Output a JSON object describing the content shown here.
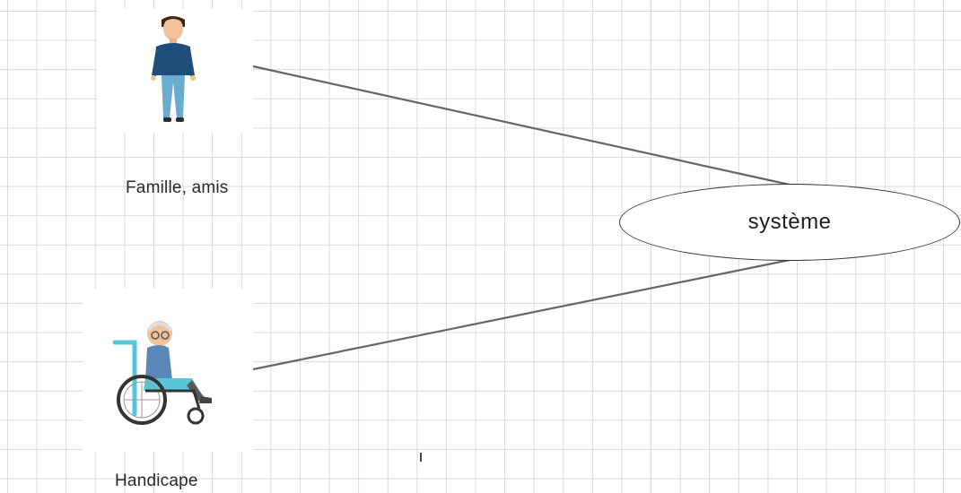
{
  "actors": [
    {
      "id": "famille",
      "label": "Famille, amis",
      "icon": "standing-person-icon"
    },
    {
      "id": "handicape",
      "label": "Handicape",
      "icon": "wheelchair-user-icon"
    }
  ],
  "use_case": {
    "label": "système"
  },
  "associations": [
    {
      "from": "famille",
      "to": "système"
    },
    {
      "from": "handicape",
      "to": "système"
    }
  ],
  "colors": {
    "grid": "#d9d9d9",
    "line": "#666666",
    "shirt": "#1f4e79",
    "jeans": "#6aaccf",
    "wheel": "#333333",
    "blanket": "#58c6d8"
  }
}
